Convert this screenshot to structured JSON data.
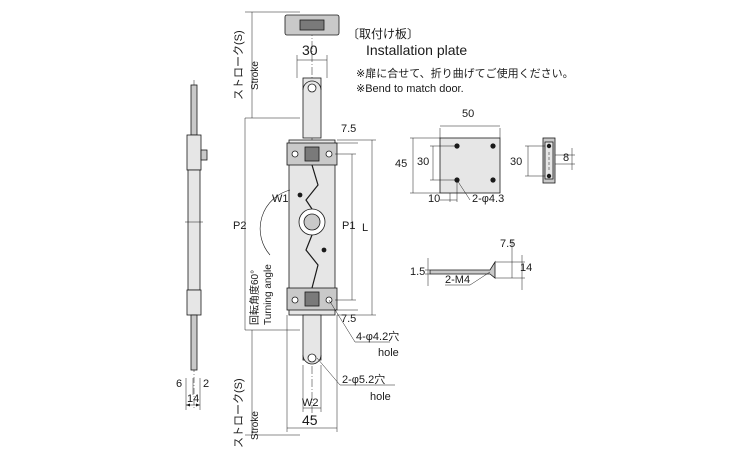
{
  "plate": {
    "title": "〔取付け板〕",
    "title_en": "Installation plate",
    "note_ja": "※扉に合せて、折り曲げてご使用ください。",
    "note_en": "※Bend to match door."
  },
  "dims": {
    "top_width": "30",
    "bottom_width": "45",
    "w2": "W2",
    "pitch_7_5_top": "7.5",
    "pitch_7_5_bottom": "7.5",
    "p1": "P1",
    "p2": "P2",
    "l": "L",
    "w1": "W1",
    "side_6": "6",
    "side_2": "2",
    "side_14": "14",
    "plate_50": "50",
    "plate_45": "45",
    "plate_30a": "30",
    "plate_30b": "30",
    "plate_10": "10",
    "plate_holes": "2-φ4.3",
    "plate_8": "8",
    "bend_7_5": "7.5",
    "bend_14": "14",
    "bend_1_5": "1.5",
    "bend_thread": "2-M4"
  },
  "callouts": {
    "holes_4": "4-φ4.2穴",
    "holes_4_en": "hole",
    "holes_2": "2-φ5.2穴",
    "holes_2_en": "hole"
  },
  "stroke": {
    "top_ja": "ストローク(S)",
    "top_en": "Stroke",
    "bottom_ja": "ストローク(S)",
    "bottom_en": "Stroke"
  },
  "turning": {
    "ja": "回転角度60°",
    "en": "Turning angle"
  },
  "colors": {
    "line": "#1a1a1a",
    "body_fill": "#e6e6e6",
    "part_fill": "#c9c9c9",
    "dark_fill": "#7a7a7a"
  }
}
